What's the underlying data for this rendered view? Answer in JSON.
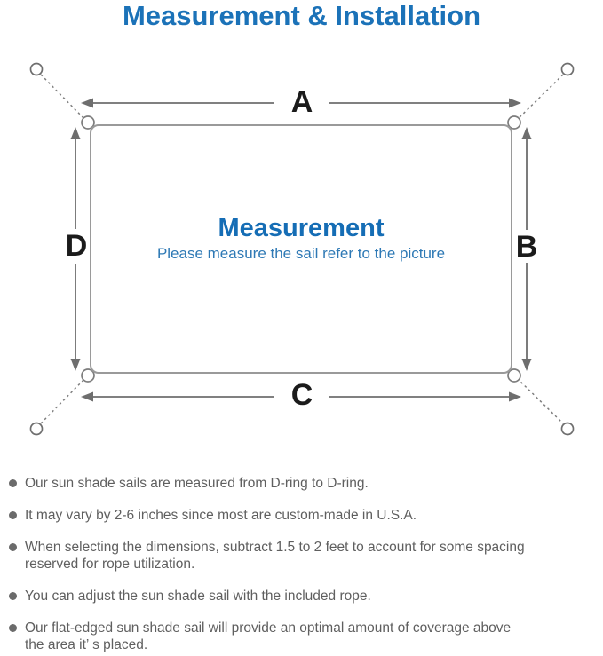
{
  "title": "Measurement & Installation",
  "diagram": {
    "center_title": "Measurement",
    "center_subtitle": "Please measure the sail refer to the picture",
    "labels": {
      "top": "A",
      "right": "B",
      "bottom": "C",
      "left": "D"
    }
  },
  "notes": [
    "Our sun shade sails are measured from D-ring to D-ring.",
    "It may vary by 2-6 inches since most are custom-made in U.S.A.",
    "When selecting the dimensions, subtract 1.5 to 2 feet to account for some spacing\nreserved for rope utilization.",
    "You can adjust the sun shade sail with the included rope.",
    "Our flat-edged sun shade sail will provide an optimal amount of coverage above\nthe area it’ s placed."
  ],
  "colors": {
    "title_blue": "#1b72b8",
    "center_blue": "#156db5",
    "subtitle_blue": "#2e79b5",
    "sail_outline_gray": "#9a9a9a",
    "arrow_gray": "#6e6e6e",
    "rope_gray": "#7d7d7d",
    "label_dark": "#1b1b1b",
    "body_text_gray": "#5f5f5f"
  }
}
